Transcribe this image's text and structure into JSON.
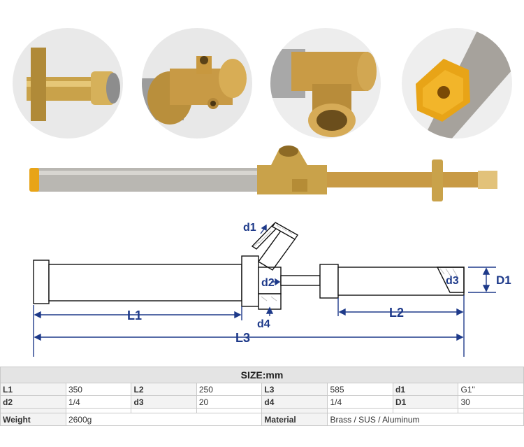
{
  "photos": [
    {
      "name": "detail-flange-end"
    },
    {
      "name": "detail-tee-side"
    },
    {
      "name": "detail-y-fitting"
    },
    {
      "name": "detail-aluminum-cap"
    }
  ],
  "drawing_labels": {
    "d1": "d1",
    "d2": "d2",
    "d3": "d3",
    "d4": "d4",
    "D1": "D1",
    "L1": "L1",
    "L2": "L2",
    "L3": "L3"
  },
  "table": {
    "title": "SIZE:mm",
    "rows": [
      [
        {
          "label": "L1",
          "value": "350"
        },
        {
          "label": "L2",
          "value": "250"
        },
        {
          "label": "L3",
          "value": "585"
        },
        {
          "label": "d1",
          "value": "G1\""
        }
      ],
      [
        {
          "label": "d2",
          "value": "1/4"
        },
        {
          "label": "d3",
          "value": "20"
        },
        {
          "label": "d4",
          "value": "1/4"
        },
        {
          "label": "D1",
          "value": "30"
        }
      ]
    ],
    "weight_label": "Weight",
    "weight_value": "2600g",
    "material_label": "Material",
    "material_value": "Brass / SUS / Aluminum"
  },
  "colors": {
    "brass": "#c9a24a",
    "steel": "#b9b7b2",
    "aluminum_cap": "#e8a417",
    "dimension_blue": "#1e3a8a"
  }
}
